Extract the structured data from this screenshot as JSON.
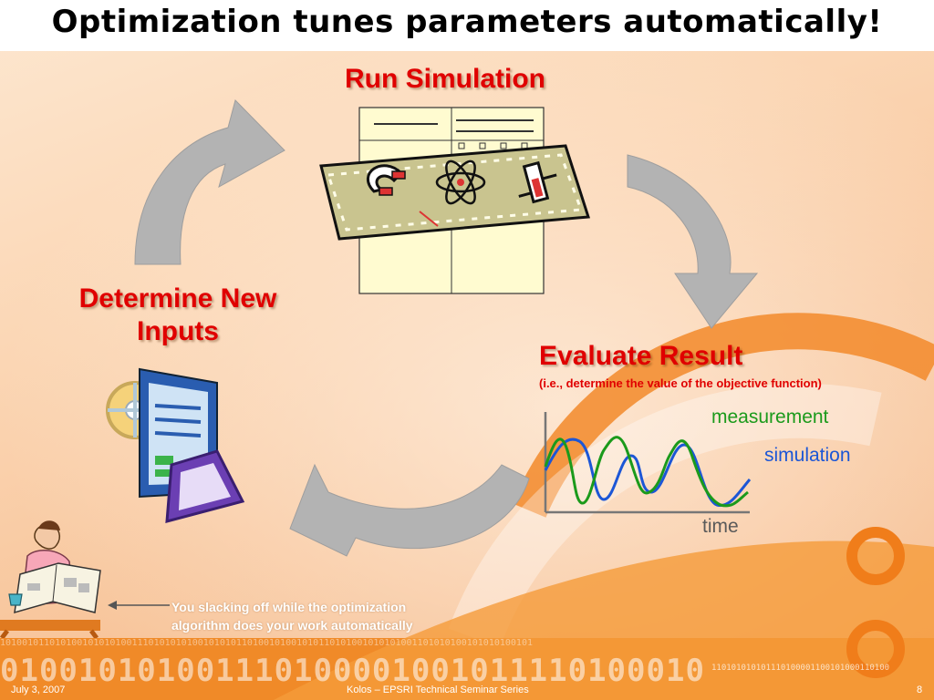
{
  "slide": {
    "title": "Optimization tunes parameters automatically!",
    "run_label": "Run Simulation",
    "determine_label_line1": "Determine New",
    "determine_label_line2": "Inputs",
    "evaluate_label": "Evaluate Result",
    "evaluate_sub": "(i.e., determine the value of the objective function)",
    "legend_measurement": "measurement",
    "legend_simulation": "simulation",
    "axis_time": "time",
    "caption_line1": "You slacking off while the optimization",
    "caption_line2": "algorithm does your work automatically"
  },
  "footer": {
    "date": "July 3, 2007",
    "center": "Kolos – EPSRI Technical Seminar Series",
    "page": "8"
  },
  "decor": {
    "binary_big": "010010101001110100001001011110100010",
    "binary_small": "110101010101110100001100101000110100",
    "binary_strip": "1010010110101001010101001110101010100101010110100101001010110101001010101001101010100101010100101"
  },
  "colors": {
    "label_red": "#e00000",
    "measurement_green": "#1b9a1b",
    "simulation_blue": "#1c56d6",
    "arrow_gray": "#b3b3b3",
    "accent_orange": "#f07d1a"
  }
}
